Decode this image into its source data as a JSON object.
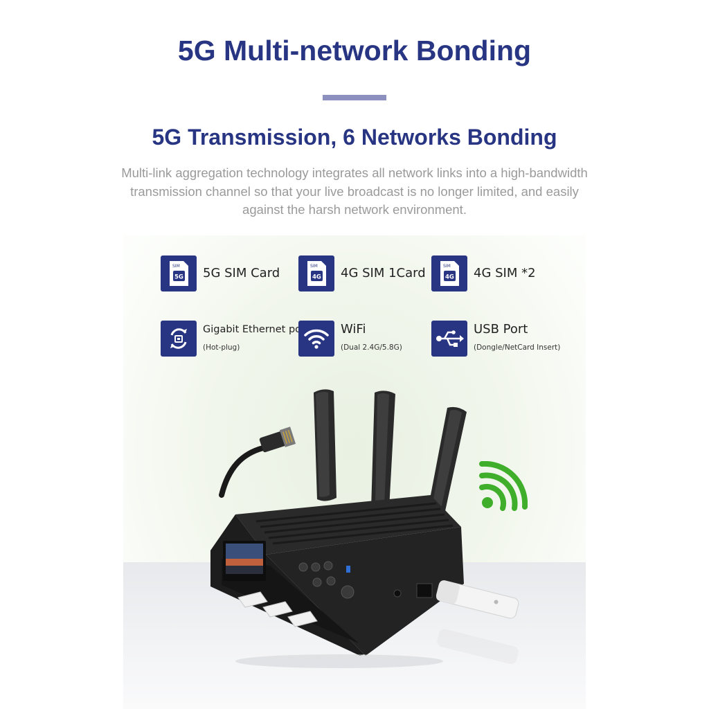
{
  "header": {
    "title": "5G Multi-network Bonding",
    "subtitle": "5G Transmission, 6 Networks Bonding",
    "description": "Multi-link aggregation technology integrates all network links into a high-bandwidth transmission channel so that your live broadcast is no longer limited, and easily against the harsh network environment."
  },
  "features": [
    {
      "icon": "sim-5g-icon",
      "label": "5G SIM Card",
      "icon_text": "5G",
      "sim_tag": "SIM"
    },
    {
      "icon": "sim-4g-icon",
      "label": "4G SIM 1Card",
      "icon_text": "4G",
      "sim_tag": "SIM"
    },
    {
      "icon": "sim-4g-icon",
      "label": "4G SIM  *2",
      "icon_text": "4G",
      "sim_tag": "SIM"
    },
    {
      "icon": "ethernet-icon",
      "label": "Gigabit Ethernet port",
      "sublabel": "(Hot-plug)"
    },
    {
      "icon": "wifi-icon",
      "label": "WiFi",
      "sublabel": "(Dual 2.4G/5.8G)"
    },
    {
      "icon": "usb-icon",
      "label": "USB Port",
      "sublabel": "(Dongle/NetCard Insert)"
    }
  ],
  "colors": {
    "brand_navy": "#283583",
    "divider": "#8b90bf",
    "description_gray": "#9a9a9a",
    "wifi_green": "#3fae2a",
    "device_black": "#1c1c1c"
  }
}
